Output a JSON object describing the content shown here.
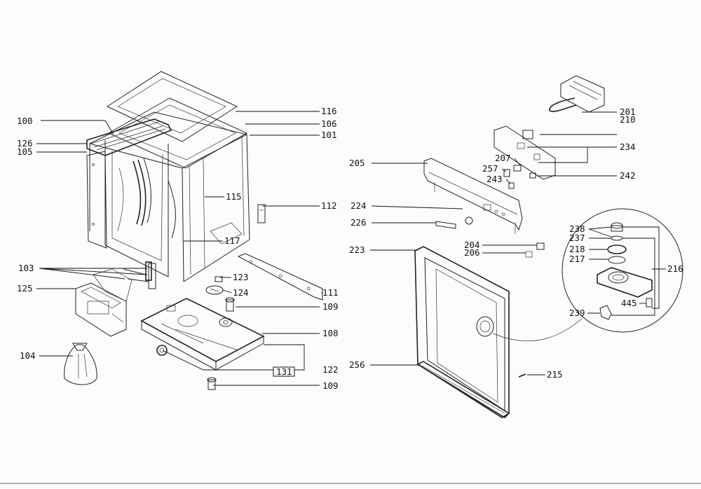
{
  "callouts": {
    "c100": "100",
    "c126": "126",
    "c105": "105",
    "c103": "103",
    "c125": "125",
    "c104": "104",
    "c116": "116",
    "c106": "106",
    "c101": "101",
    "c115": "115",
    "c112": "112",
    "c117": "117",
    "c123": "123",
    "c124": "124",
    "c111": "111",
    "c109a": "109",
    "c108": "108",
    "c131": "131",
    "c122": "122",
    "c109b": "109",
    "c201": "201",
    "c210": "210",
    "c234": "234",
    "c205": "205",
    "c207": "207",
    "c257": "257",
    "c243": "243",
    "c242": "242",
    "c224": "224",
    "c226": "226",
    "c204": "204",
    "c206": "206",
    "c223": "223",
    "c256": "256",
    "c215": "215",
    "c238": "238",
    "c237": "237",
    "c218": "218",
    "c217": "217",
    "c216": "216",
    "c445": "445",
    "c239": "239"
  }
}
